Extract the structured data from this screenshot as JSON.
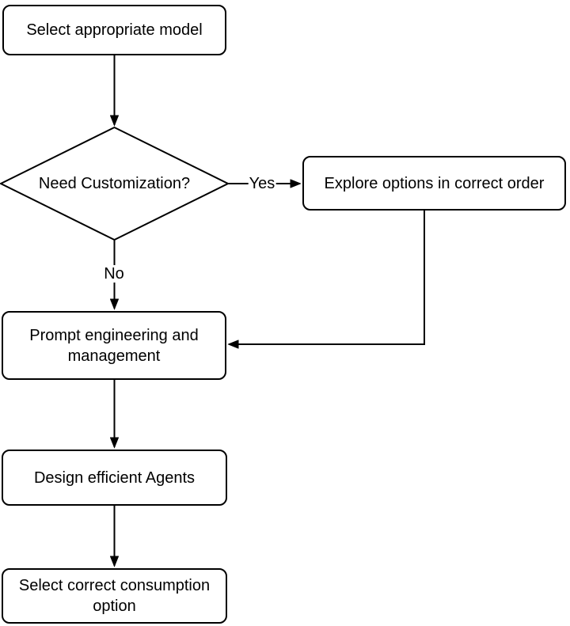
{
  "diagram": {
    "type": "flowchart",
    "background_color": "#ffffff",
    "stroke_color": "#000000",
    "node_fill_color": "#ffffff",
    "nodes": {
      "select_model": {
        "label": "Select appropriate model",
        "shape": "rounded-rect"
      },
      "need_customization": {
        "label": "Need Customization?",
        "shape": "diamond"
      },
      "explore_options": {
        "label": "Explore options in correct order",
        "shape": "rounded-rect"
      },
      "prompt_engineering": {
        "label": "Prompt engineering and management",
        "shape": "rounded-rect"
      },
      "design_agents": {
        "label": "Design efficient Agents",
        "shape": "rounded-rect"
      },
      "consumption_option": {
        "label": "Select correct consumption option",
        "shape": "rounded-rect"
      }
    },
    "edges": [
      {
        "from": "select_model",
        "to": "need_customization",
        "label": ""
      },
      {
        "from": "need_customization",
        "to": "explore_options",
        "label": "Yes"
      },
      {
        "from": "need_customization",
        "to": "prompt_engineering",
        "label": "No"
      },
      {
        "from": "explore_options",
        "to": "prompt_engineering",
        "label": ""
      },
      {
        "from": "prompt_engineering",
        "to": "design_agents",
        "label": ""
      },
      {
        "from": "design_agents",
        "to": "consumption_option",
        "label": ""
      }
    ],
    "edge_labels": {
      "yes": "Yes",
      "no": "No"
    }
  }
}
